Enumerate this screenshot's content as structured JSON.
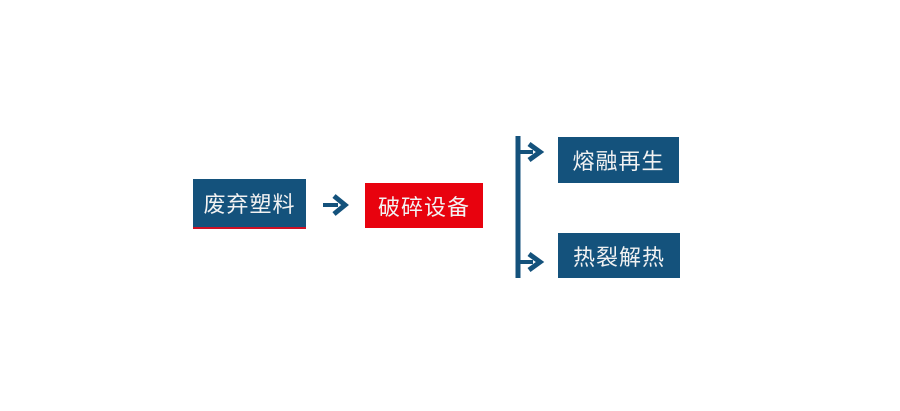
{
  "diagram": {
    "type": "flowchart",
    "background": "#ffffff",
    "colors": {
      "box_blue": "#14527c",
      "box_red": "#e8020e",
      "underline_red": "#ce1126",
      "connector_blue": "#14527c",
      "text": "#f2f2f2"
    },
    "nodes": [
      {
        "id": "source",
        "label": "废弃塑料",
        "style": "blue-with-red-underline"
      },
      {
        "id": "process",
        "label": "破碎设备",
        "style": "red"
      },
      {
        "id": "branch-top",
        "label": "熔融再生",
        "style": "blue"
      },
      {
        "id": "branch-bottom",
        "label": "热裂解热",
        "style": "blue"
      }
    ],
    "connectors": [
      {
        "from": "source",
        "to": "process",
        "type": "arrow-right"
      },
      {
        "from": "process",
        "to": "branch-top",
        "type": "bracket-branch-arrow"
      },
      {
        "from": "process",
        "to": "branch-bottom",
        "type": "bracket-branch-arrow"
      }
    ]
  }
}
